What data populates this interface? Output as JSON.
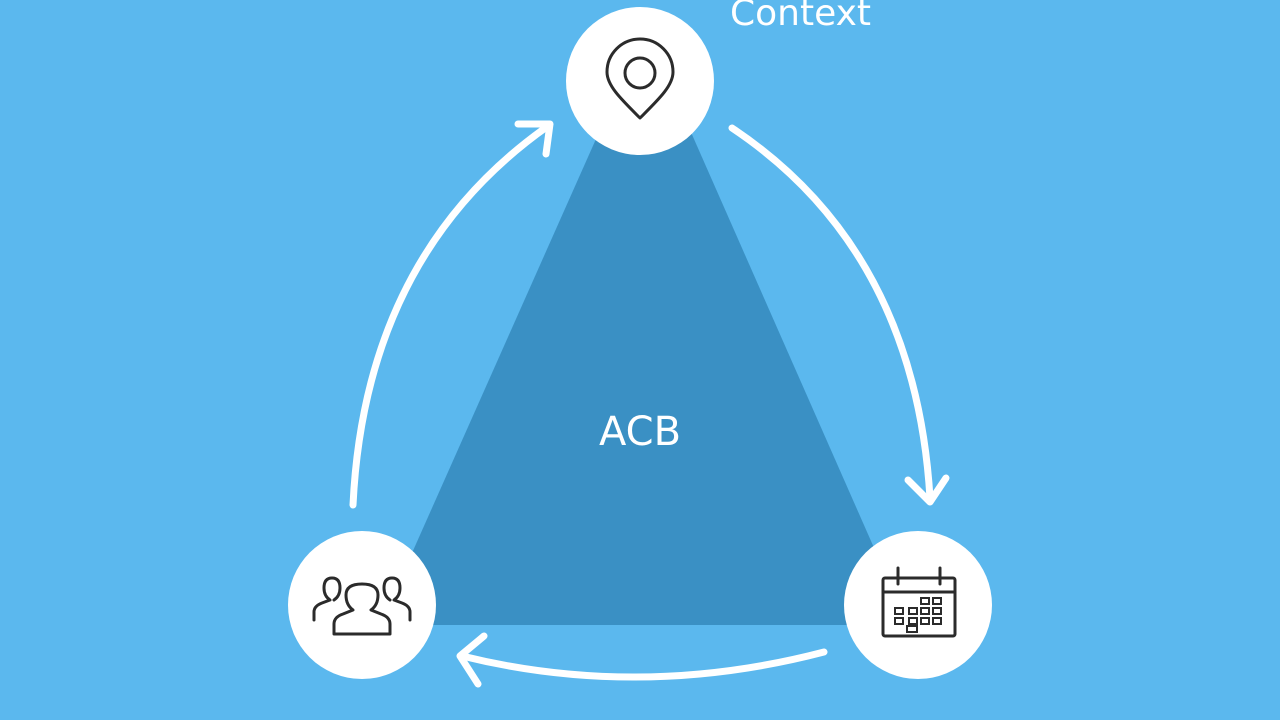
{
  "diagram": {
    "center_label": "ACB",
    "nodes": {
      "top": {
        "label": "Context",
        "icon": "location-pin-icon"
      },
      "bottom_right": {
        "label": "",
        "icon": "calendar-icon"
      },
      "bottom_left": {
        "label": "",
        "icon": "people-group-icon"
      }
    },
    "colors": {
      "background": "#5bb8ee",
      "triangle": "#3a90c4",
      "node_fill": "#ffffff",
      "arrow": "#ffffff",
      "icon": "#2b2b2b"
    },
    "cycle_direction": "clockwise"
  }
}
